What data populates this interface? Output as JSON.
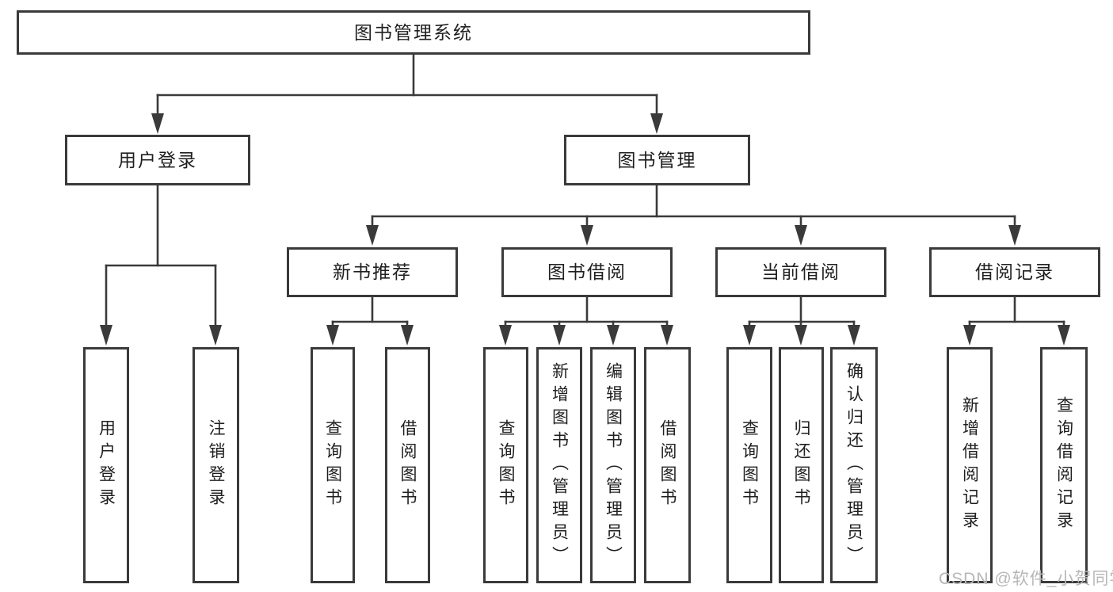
{
  "tree": {
    "root": {
      "label": "图书管理系统",
      "children": [
        {
          "label": "用户登录",
          "children": [
            {
              "label": "用户登录"
            },
            {
              "label": "注销登录"
            }
          ]
        },
        {
          "label": "图书管理",
          "children": [
            {
              "label": "新书推荐",
              "children": [
                {
                  "label": "查询图书"
                },
                {
                  "label": "借阅图书"
                }
              ]
            },
            {
              "label": "图书借阅",
              "children": [
                {
                  "label": "查询图书"
                },
                {
                  "label": "新增图书（管理员）"
                },
                {
                  "label": "编辑图书（管理员）"
                },
                {
                  "label": "借阅图书"
                }
              ]
            },
            {
              "label": "当前借阅",
              "children": [
                {
                  "label": "查询图书"
                },
                {
                  "label": "归还图书"
                },
                {
                  "label": "确认归还（管理员）"
                }
              ]
            },
            {
              "label": "借阅记录",
              "children": [
                {
                  "label": "新增借阅记录"
                },
                {
                  "label": "查询借阅记录"
                }
              ]
            }
          ]
        }
      ]
    }
  },
  "watermark": {
    "text": "CSDN @软件_小贺同学"
  },
  "colors": {
    "line": "#3a3a3a",
    "text": "#1f1f1f",
    "box_background": "#ffffff",
    "page_background": "#ffffff",
    "watermark": "#b7b7b7"
  }
}
